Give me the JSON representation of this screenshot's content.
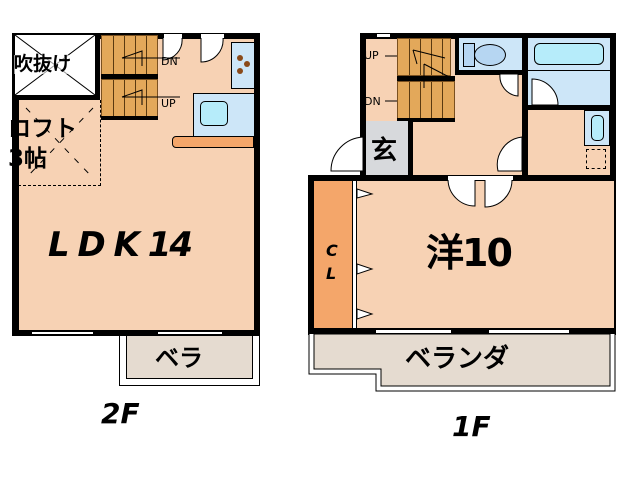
{
  "floor2": {
    "label": "2F",
    "void_label": "吹抜け",
    "loft_label_line1": "ロフト",
    "loft_label_line2": "3帖",
    "ldk_label": "L D K 14",
    "stair_dn": "DN",
    "stair_up": "UP",
    "balcony_label": "ベラ"
  },
  "floor1": {
    "label": "1F",
    "stair_up": "UP",
    "stair_dn": "DN",
    "entrance_label": "玄",
    "room_label": "洋10",
    "closet_label_1": "C",
    "closet_label_2": "L",
    "balcony_label": "ベランダ"
  },
  "colors": {
    "room": "#f7d2b4",
    "stairs": "#e3a85a",
    "wet_area": "#cde6f8",
    "closet": "#f4a66a",
    "balcony": "#e5dbd0",
    "entrance": "#d7d9dc"
  }
}
